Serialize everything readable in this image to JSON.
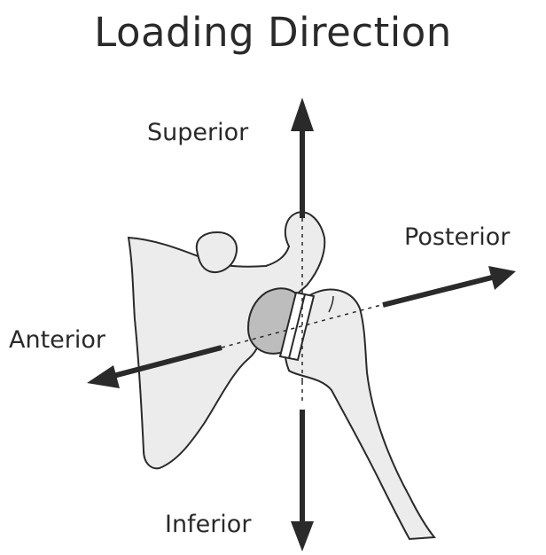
{
  "title": "Loading Direction",
  "labels": {
    "superior": "Superior",
    "posterior": "Posterior",
    "anterior": "Anterior",
    "inferior": "Inferior"
  },
  "colors": {
    "bone_fill": "#ececec",
    "glenoid_fill": "#bdbdbd",
    "outline": "#2a2a2a",
    "arrow": "#2a2a2a"
  }
}
